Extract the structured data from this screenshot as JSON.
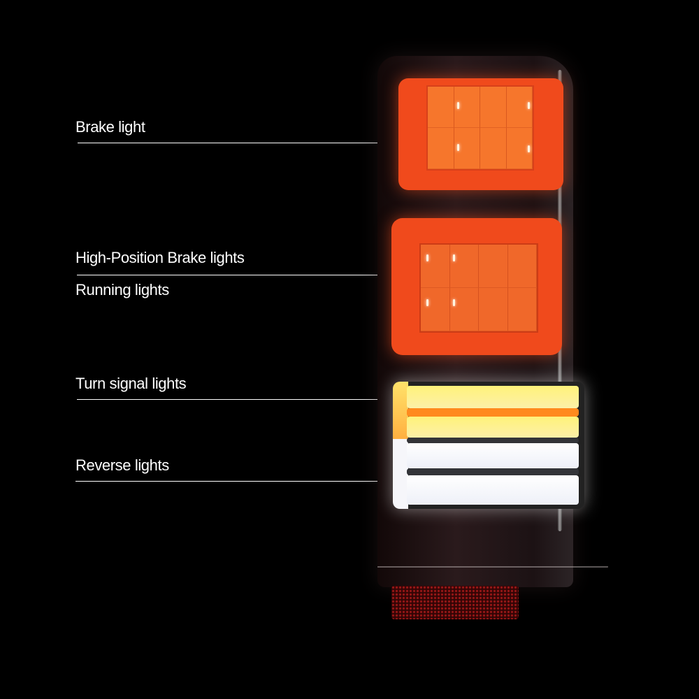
{
  "labels": [
    {
      "id": "brake",
      "text": "Brake light"
    },
    {
      "id": "high_position",
      "text": "High-Position Brake lights"
    },
    {
      "id": "running",
      "text": "Running lights"
    },
    {
      "id": "turn_signal",
      "text": "Turn signal lights"
    },
    {
      "id": "reverse",
      "text": "Reverse lights"
    }
  ],
  "colors": {
    "background": "#000000",
    "label_text": "#ffffff",
    "brake_red": "#f04a1c",
    "turn_amber": "#ff8a1e",
    "turn_yellow": "#fff27a",
    "reverse_white": "#ffffff",
    "reflector_red": "#b31c1c"
  }
}
